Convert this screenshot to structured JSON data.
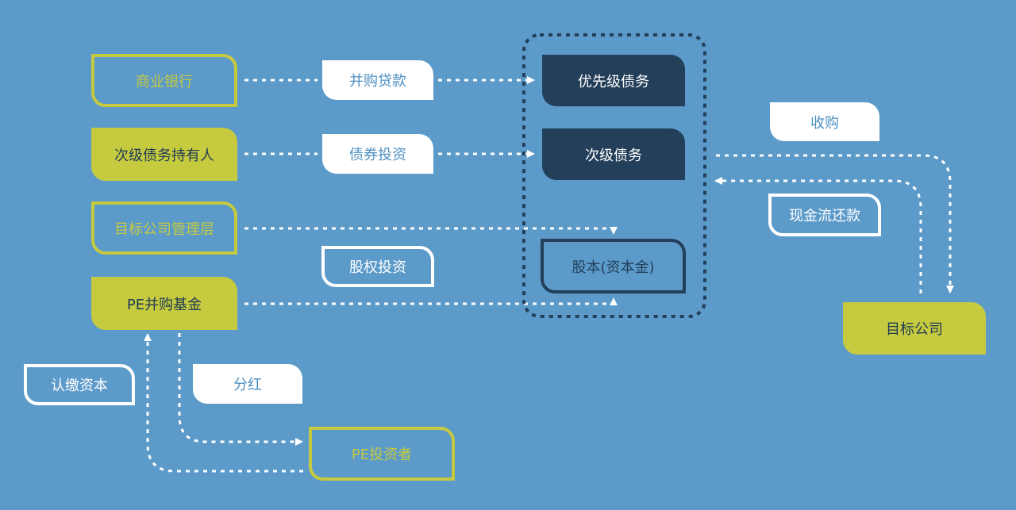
{
  "colors": {
    "background": "#5b9ac9",
    "accent_green": "#c6ca3f",
    "dark_navy": "#233f5a",
    "white": "#ffffff",
    "label_text": "#4d8fc1"
  },
  "sources": {
    "commercial_bank": "商业银行",
    "subordinated_holders": "次级债务持有人",
    "target_management": "目标公司管理层",
    "pe_fund": "PE并购基金"
  },
  "flows": {
    "acquisition_loan": "并购贷款",
    "bond_investment": "债券投资",
    "equity_investment": "股权投资",
    "subscribe_capital": "认缴资本",
    "dividend": "分红",
    "acquire": "收购",
    "cashflow_repayment": "现金流还款"
  },
  "structure": {
    "senior_debt": "优先级债务",
    "subordinated_debt": "次级债务",
    "equity_capital": "股本(资本金)"
  },
  "parties": {
    "pe_investors": "PE投资者",
    "target_company": "目标公司"
  }
}
